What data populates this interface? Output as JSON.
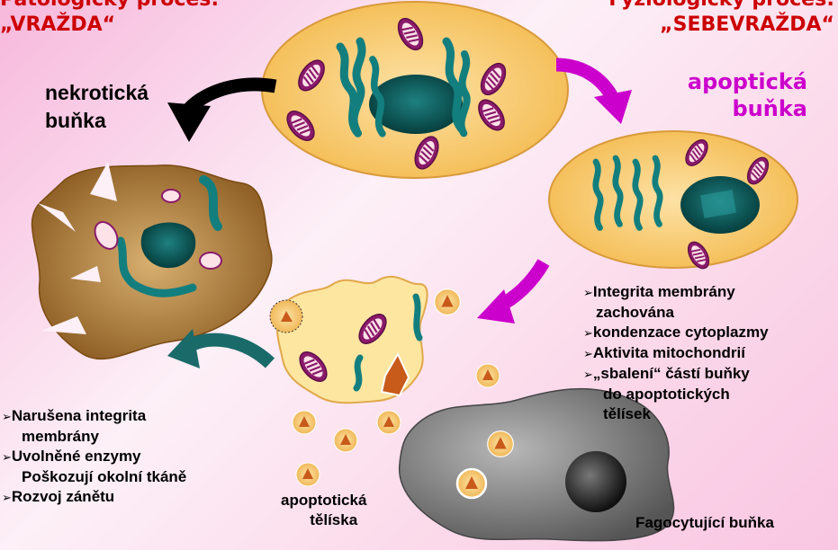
{
  "top_left": {
    "title": "Patologický proces:",
    "subtitle": "„VRAŽDA“"
  },
  "top_right": {
    "title": "Fyziologický proces:",
    "subtitle": "„SEBEVRAŽDA“"
  },
  "labels": {
    "necrotic_line1": "nekrotická",
    "necrotic_line2": "buňka",
    "apoptotic_line1": "apoptická",
    "apoptotic_line2": "buňka",
    "bodies_line1": "apoptotická",
    "bodies_line2": "tělíska",
    "phagocyte": "Fagocytující buňka"
  },
  "bullet_marker": "➢",
  "apoptosis_features": [
    {
      "text": "Integrita membrány"
    },
    {
      "text": "zachována"
    },
    {
      "text": "kondenzace cytoplazmy"
    },
    {
      "text": "Aktivita mitochondrií"
    },
    {
      "text": "„sbalení“ částí buňky"
    },
    {
      "text": "do apoptotických"
    },
    {
      "text": "tělísek"
    }
  ],
  "necrosis_features": [
    {
      "text": "Narušena integrita"
    },
    {
      "text": "membrány"
    },
    {
      "text": "Uvolněné enzymy"
    },
    {
      "text": "Poškozují okolní tkáně"
    },
    {
      "text": "Rozvoj zánětu"
    }
  ],
  "colors": {
    "background_start": "#f7b8dc",
    "cell_fill": "#fbd27a",
    "nucleus": "#0e5a5a",
    "mitochondria": "#8b1a6b",
    "arrow_black": "#000000",
    "arrow_magenta": "#cc00cc",
    "arrow_teal": "#1a6a6a",
    "necrotic_cell": "#b5843a",
    "phagocyte": "#8a8a8a",
    "title_red": "#cc0000"
  }
}
